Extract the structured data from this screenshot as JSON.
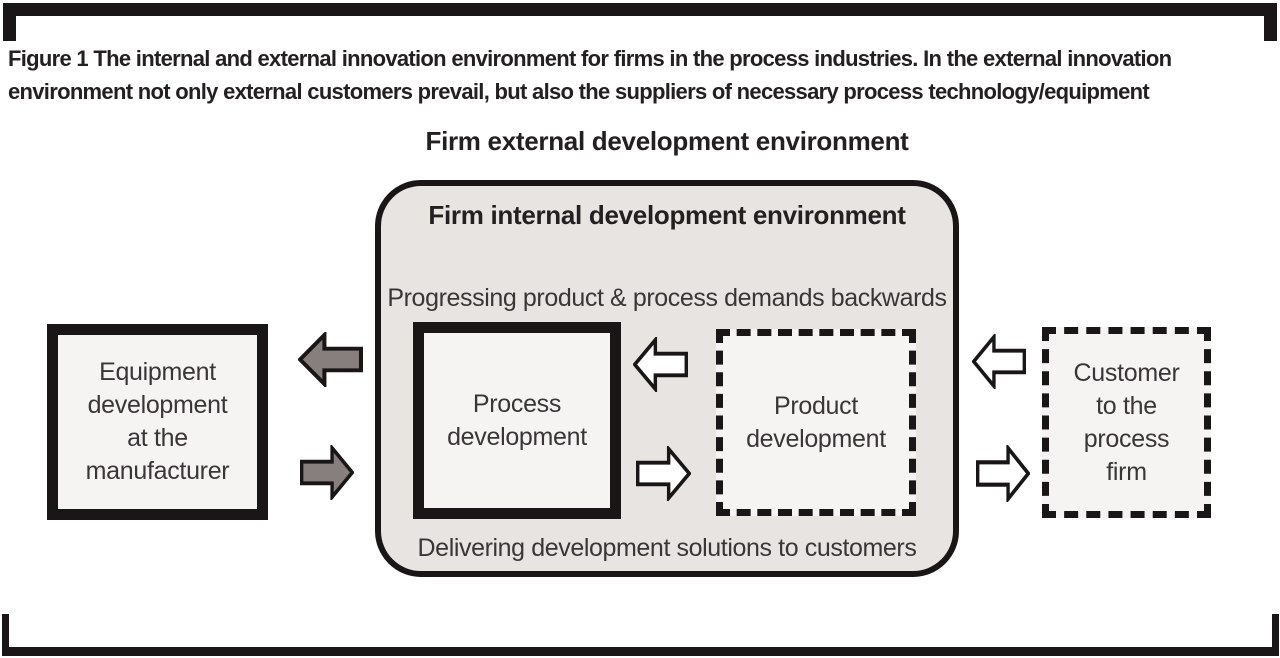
{
  "caption": {
    "line1": "Figure 1 The internal and external innovation environment for firms in the process industries. In the external innovation",
    "line2": "environment not only external customers prevail, but also the suppliers of necessary process technology/equipment"
  },
  "diagram": {
    "external_environment_title": "Firm external development environment",
    "internal_environment_title": "Firm internal development environment",
    "top_flow_label": "Progressing product & process demands backwards",
    "bottom_flow_label": "Delivering development solutions to customers",
    "boxes": {
      "equipment": {
        "label": "Equipment\ndevelopment\nat the\nmanufacturer",
        "border_style": "thick-solid"
      },
      "process": {
        "label": "Process\ndevelopment",
        "border_style": "thick-solid"
      },
      "product": {
        "label": "Product\ndevelopment",
        "border_style": "dashed"
      },
      "customer": {
        "label": "Customer\nto the\nprocess\nfirm",
        "border_style": "dashed"
      }
    },
    "arrows": [
      {
        "icon": "arrow-left-icon",
        "direction": "left",
        "style": "gray",
        "position": "internal-environment-to-equipment"
      },
      {
        "icon": "arrow-right-icon",
        "direction": "right",
        "style": "gray",
        "position": "equipment-to-internal-environment"
      },
      {
        "icon": "arrow-left-icon",
        "direction": "left",
        "style": "white",
        "position": "product-to-process"
      },
      {
        "icon": "arrow-right-icon",
        "direction": "right",
        "style": "white",
        "position": "process-to-product"
      },
      {
        "icon": "arrow-left-icon",
        "direction": "left",
        "style": "white",
        "position": "customer-to-internal-environment"
      },
      {
        "icon": "arrow-right-icon",
        "direction": "right",
        "style": "white",
        "position": "internal-environment-to-customer"
      }
    ]
  },
  "colors": {
    "line_black": "#1a1617",
    "text_dark": "#242021",
    "text_body": "#3a3637",
    "panel_fill": "#e8e4e2",
    "box_fill": "#f5f4f2",
    "arrow_gray": "#877f7d"
  }
}
